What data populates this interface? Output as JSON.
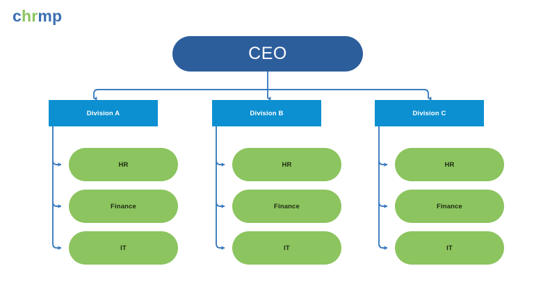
{
  "brand": {
    "logo_part_1": "c",
    "logo_part_2": "hr",
    "logo_part_3": "mp",
    "colors": {
      "logo_blue": "#3a6fb0",
      "logo_green": "#8cc45f"
    }
  },
  "diagram": {
    "type": "org-chart",
    "title": "",
    "colors": {
      "ceo_fill": "#2d5e9c",
      "ceo_text": "#ffffff",
      "division_fill": "#0d90d1",
      "division_text": "#ffffff",
      "team_fill": "#8cc45f",
      "team_text": "#1d2b12",
      "connector": "#3a7bbf",
      "background": "#ffffff"
    },
    "root": {
      "label": "CEO"
    },
    "divisions": [
      {
        "label": "Division A",
        "teams": [
          {
            "label": "HR"
          },
          {
            "label": "Finance"
          },
          {
            "label": "IT"
          }
        ]
      },
      {
        "label": "Division B",
        "teams": [
          {
            "label": "HR"
          },
          {
            "label": "Finance"
          },
          {
            "label": "IT"
          }
        ]
      },
      {
        "label": "Division C",
        "teams": [
          {
            "label": "HR"
          },
          {
            "label": "Finance"
          },
          {
            "label": "IT"
          }
        ]
      }
    ]
  }
}
